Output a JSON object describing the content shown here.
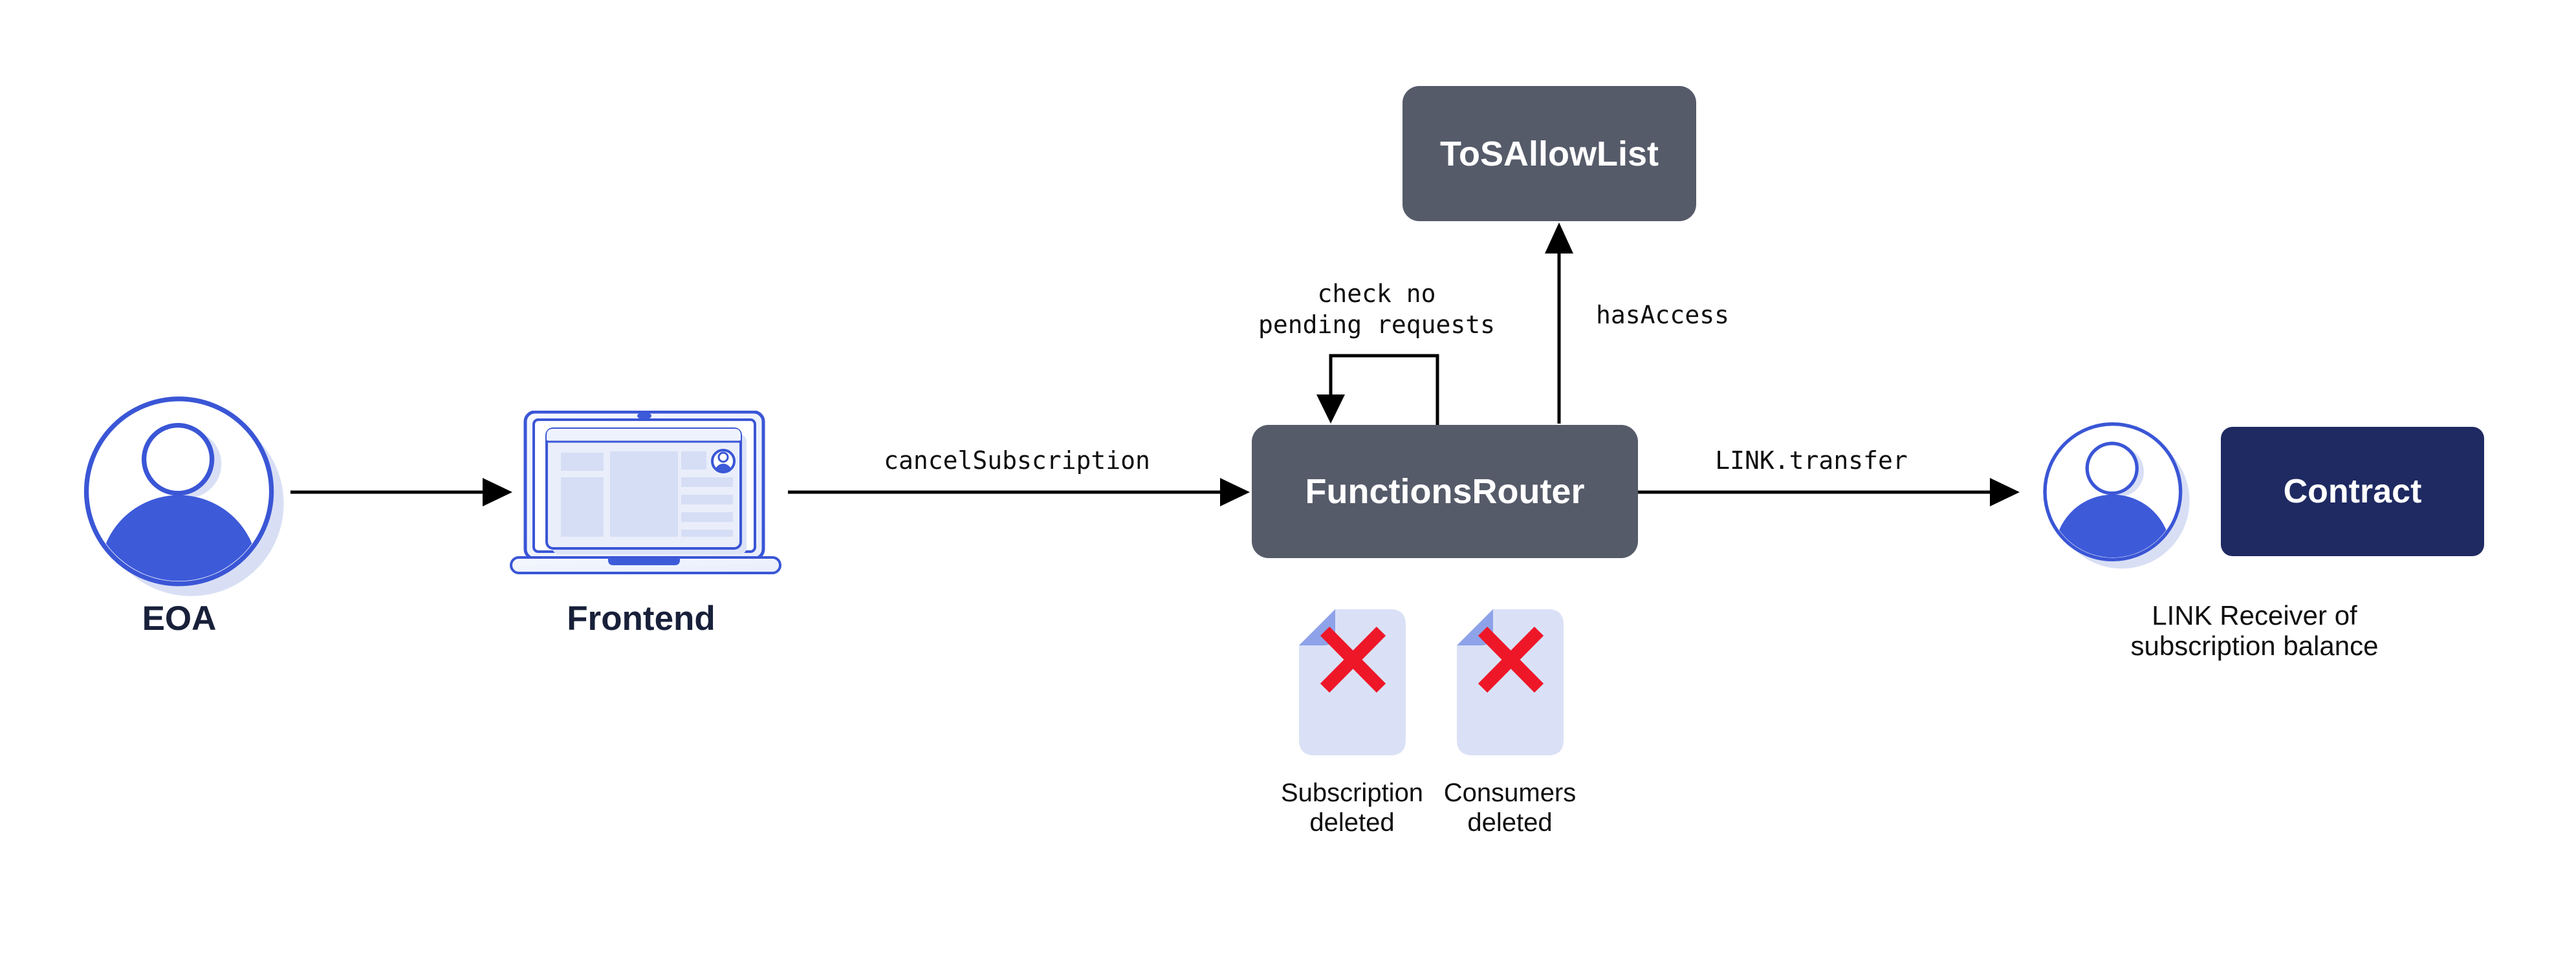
{
  "colors": {
    "blue_stroke": "#3a56d6",
    "blue_fill": "#3d5ad9",
    "shadow_blue": "#d8dff5",
    "slate_box": "#565b6a",
    "navy_box": "#1f2a62",
    "doc_fill": "#dae1f6",
    "doc_fold": "#8ea2e9",
    "red_x": "#ee1728",
    "arrow_black": "#000000",
    "label_dark": "#18203a",
    "text_black": "#0e0e0e"
  },
  "nodes": {
    "eoa": {
      "label": "EOA"
    },
    "frontend": {
      "label": "Frontend"
    },
    "functions_router": {
      "label": "FunctionsRouter"
    },
    "tos_allow_list": {
      "label": "ToSAllowList"
    },
    "contract": {
      "label": "Contract"
    },
    "link_receiver": {
      "caption_line1": "LINK Receiver of",
      "caption_line2": "subscription balance"
    }
  },
  "edges": {
    "frontend_to_router": {
      "label": "cancelSubscription"
    },
    "router_to_tos": {
      "label": "hasAccess"
    },
    "router_to_receiver": {
      "label": "LINK.transfer"
    },
    "router_self_loop": {
      "label_line1": "check no",
      "label_line2": "pending requests"
    }
  },
  "documents": [
    {
      "caption_line1": "Subscription",
      "caption_line2": "deleted"
    },
    {
      "caption_line1": "Consumers",
      "caption_line2": "deleted"
    }
  ]
}
